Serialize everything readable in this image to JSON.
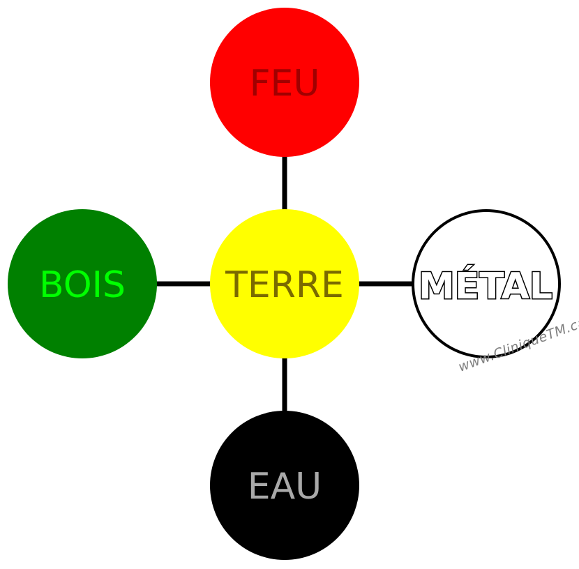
{
  "elements": {
    "fire": {
      "label": "FEU",
      "fill": "#ff0000",
      "text_color": "#a00000"
    },
    "wood": {
      "label": "BOIS",
      "fill": "#008000",
      "text_color": "#00ff00"
    },
    "earth": {
      "label": "TERRE",
      "fill": "#ffff00",
      "text_color": "#7a6a00"
    },
    "metal": {
      "label": "MÉTAL",
      "fill": "#ffffff",
      "text_color": "#ffffff",
      "outline_color": "#000000"
    },
    "water": {
      "label": "EAU",
      "fill": "#000000",
      "text_color": "#a9a9a9"
    }
  },
  "connector_color": "#000000",
  "watermark": {
    "text": "www.CliniqueTM.ca",
    "color": "#7f7f7f"
  }
}
